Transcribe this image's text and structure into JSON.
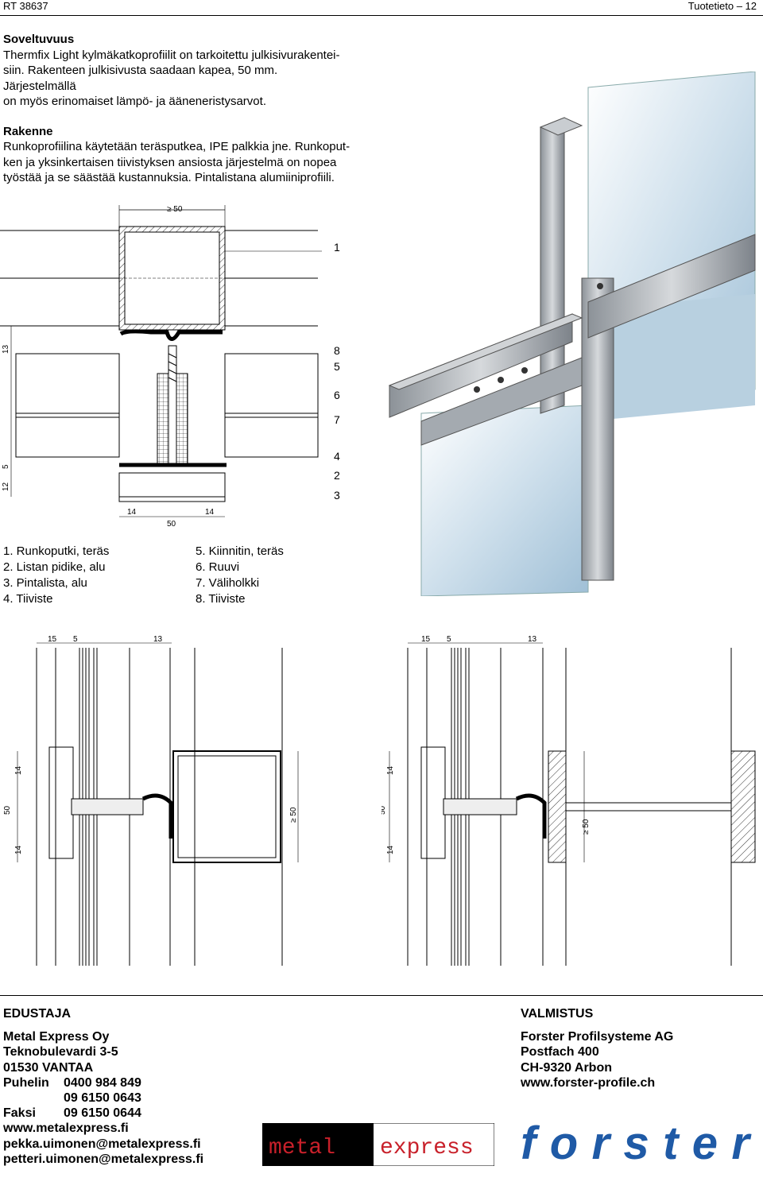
{
  "header": {
    "left": "RT 38637",
    "right": "Tuotetieto – 12"
  },
  "intro": {
    "heading1": "Soveltuvuus",
    "lines1": [
      "Thermfix Light kylmäkatkoprofiilit on tarkoitettu julkisivurakentei-",
      "siin. Rakenteen julkisivusta saadaan kapea, 50 mm. Järjestelmällä",
      "on myös erinomaiset lämpö- ja ääneneristysarvot."
    ],
    "heading2": "Rakenne",
    "lines2": [
      "Runkoprofiilina käytetään teräsputkea, IPE palkkia jne. Runkoput-",
      "ken ja yksinkertaisen tiivistyksen ansiosta järjestelmä on nopea",
      "työstää ja se säästää kustannuksia. Pintalistana alumiiniprofiili."
    ]
  },
  "section_drawing": {
    "dim_top": "≥ 50",
    "dim_left_top": "13",
    "dim_left_mid": "5",
    "dim_left_bot": "12",
    "dim_bottom": [
      "14",
      "50",
      "14"
    ],
    "callouts": [
      "1",
      "8",
      "5",
      "6",
      "7",
      "4",
      "2",
      "3"
    ]
  },
  "legend": {
    "left": [
      "1. Runkoputki, teräs",
      "2. Listan pidike, alu",
      "3. Pintalista, alu",
      "4. Tiiviste"
    ],
    "right": [
      "5. Kiinnitin, teräs",
      "6. Ruuvi",
      "7. Väliholkki",
      "8. Tiiviste"
    ]
  },
  "plan_left": {
    "dims_top": [
      "15",
      "5",
      "13"
    ],
    "dims_side": [
      "14",
      "50",
      "14"
    ],
    "dim_right": "≥ 50"
  },
  "plan_right": {
    "dims_top": [
      "15",
      "5",
      "13"
    ],
    "dims_side": [
      "14",
      "50",
      "14"
    ],
    "dim_right": "≥ 50"
  },
  "footer": {
    "left_title": "EDUSTAJA",
    "company": "Metal Express Oy",
    "address1": "Teknobulevardi 3-5",
    "address2": "01530 VANTAA",
    "phone_label": "Puhelin",
    "phone1": "0400 984 849",
    "phone2": "09 6150 0643",
    "fax_label": "Faksi",
    "fax": "09 6150 0644",
    "web": "www.metalexpress.fi",
    "email1": "pekka.uimonen@metalexpress.fi",
    "email2": "petteri.uimonen@metalexpress.fi",
    "right_title": "VALMISTUS",
    "m_company": "Forster Profilsysteme AG",
    "m_address1": "Postfach 400",
    "m_address2": "CH-9320 Arbon",
    "m_web": "www.forster-profile.ch"
  },
  "logos": {
    "metal_word": "metal",
    "express_word": "express",
    "forster_word": "forster"
  },
  "colors": {
    "glass": "#cfe0ec",
    "steel": "#9aa0a6",
    "gasket": "#000000",
    "logo_red": "#c8202a",
    "logo_blue": "#1f5aa6"
  }
}
